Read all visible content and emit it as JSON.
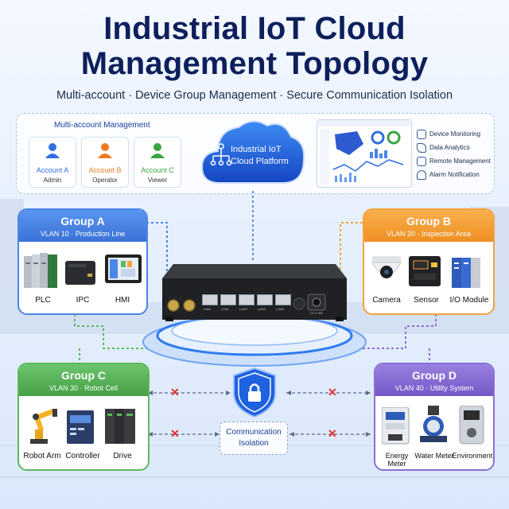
{
  "title": {
    "line1": "Industrial IoT Cloud",
    "line2": "Management Topology"
  },
  "subtitle": "Multi-account  ·  Device Group Management  ·  Secure Communication Isolation",
  "multi_account": {
    "heading": "Multi-account Management",
    "accounts": [
      {
        "name": "Account A",
        "role": "Admin",
        "color": "#2f6fe0"
      },
      {
        "name": "Account B",
        "role": "Operator",
        "color": "#f07a20"
      },
      {
        "name": "Account C",
        "role": "Viewer",
        "color": "#3aa541"
      }
    ]
  },
  "cloud": {
    "line1": "Industrial IoT",
    "line2": "Cloud Platform"
  },
  "features": [
    "Device Monitoring",
    "Data Analytics",
    "Remote Management",
    "Alarm Notification"
  ],
  "groups": {
    "a": {
      "name": "Group A",
      "vlan": "VLAN 10 · Production Line",
      "color": "#4a86e8",
      "devices": [
        "PLC",
        "IPC",
        "HMI"
      ]
    },
    "b": {
      "name": "Group B",
      "vlan": "VLAN 20 · Inspection Area",
      "color": "#f5a23c",
      "devices": [
        "Camera",
        "Sensor",
        "I/O Module"
      ]
    },
    "c": {
      "name": "Group C",
      "vlan": "VLAN 30 · Robot Cell",
      "color": "#5cb85c",
      "devices": [
        "Robot Arm",
        "Controller",
        "Drive"
      ]
    },
    "d": {
      "name": "Group D",
      "vlan": "VLAN 40 · Utility System",
      "color": "#8b6fd6",
      "devices": [
        "Energy Meter",
        "Water Meter",
        "Environment"
      ]
    }
  },
  "isolation": {
    "line1": "Communication",
    "line2": "Isolation"
  },
  "router": {
    "port_labels": [
      "WAN",
      "LAN1",
      "LAN2",
      "LAN3",
      "LAN4"
    ],
    "power_label": "DC 9~36V"
  }
}
